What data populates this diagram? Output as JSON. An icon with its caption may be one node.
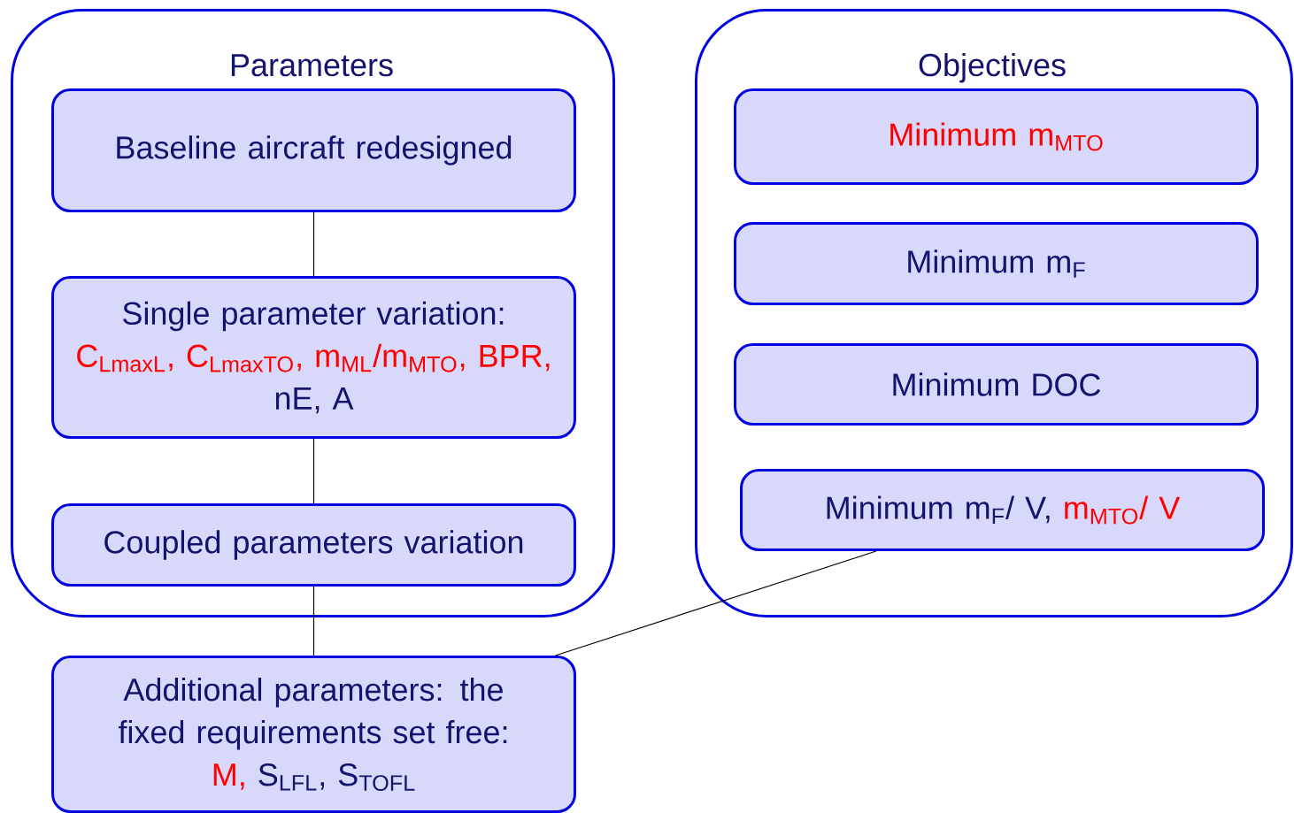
{
  "diagram": {
    "nodes": [
      {
        "text": [
          "Parameters"
        ]
      },
      {
        "text": [
          "Baseline aircraft redesigned"
        ],
        "in": 0
      },
      {
        "text": [
          "Single parameter variation:",
          "C$_{LmaxL}$,",
          "C$_{LmaxTO}$,",
          "m$_{ML}$/m$_{MTO}$,",
          "BPR,",
          "nE, A"
        ],
        "in": 0
      },
      {
        "text": [
          "Coupled parameters variation"
        ],
        "in": 0
      },
      {
        "text": [
          "Additional parameters: the fixed requirements set free:",
          "M,",
          "S$_{LFL}$, S$_{TOFL}$"
        ]
      },
      {
        "text": [
          "Objectives"
        ]
      },
      {
        "text": [
          "Minimum m$_{MTO}$"
        ],
        "in": 5
      },
      {
        "text": [
          "Minimum m$_{F}$"
        ],
        "in": 5
      },
      {
        "text": [
          "Minimum DOC"
        ],
        "in": 5
      },
      {
        "text": [
          "Minimum m$_{F}$/ V,",
          "m$_{MTO}$/ V"
        ],
        "in": 5
      }
    ],
    "edges": [
      {
        "from": 1,
        "to": 2,
        "arrow": "none"
      },
      {
        "from": 2,
        "to": 3,
        "arrow": "none"
      },
      {
        "from": 3,
        "to": 4,
        "arrow": "none"
      },
      {
        "from": 4,
        "to": 9,
        "arrow": "none"
      }
    ]
  }
}
